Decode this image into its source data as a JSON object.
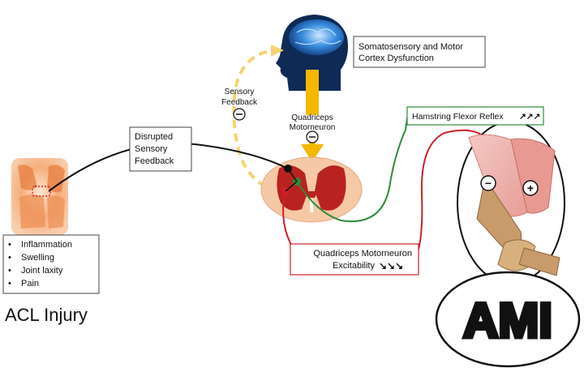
{
  "labels": {
    "cortex": [
      "Somatosensory and Motor",
      "Cortex Dysfunction"
    ],
    "sensory_feedback_loop": [
      "Sensory",
      "Feedback"
    ],
    "quad_motorneuron": [
      "Quadriceps",
      "Motorneuron"
    ],
    "disrupted_feedback": [
      "Disrupted",
      "Sensory",
      "Feedback"
    ],
    "hamstring_reflex": "Hamstring Flexor Reflex",
    "hamstring_arrows": "↗↗↗",
    "quad_excitability": [
      "Quadriceps Motorneuron",
      "Excitability"
    ],
    "quad_arrows": "↘↘↘",
    "symptoms": [
      "Inflammation",
      "Swelling",
      "Joint laxity",
      "Pain"
    ],
    "acl_injury": "ACL Injury",
    "ami": "AMI",
    "minus_sign": "−",
    "plus_sign": "+"
  },
  "colors": {
    "green_path": "#2e8b3a",
    "red_path": "#d01f2a",
    "yellow_arrow": "#f3b800",
    "dashed_feedback": "#f2d470",
    "brain_blue": "#2f7fd8",
    "knee_orange": "#f08a4b",
    "spinal_red": "#b8231f",
    "spinal_peach": "#f6c9a6"
  },
  "icons": {
    "brain": "head-with-brain-icon",
    "knee": "knee-joint-icon",
    "leg": "leg-muscles-icon",
    "spinal_cord": "spinal-cord-cross-section-icon"
  }
}
